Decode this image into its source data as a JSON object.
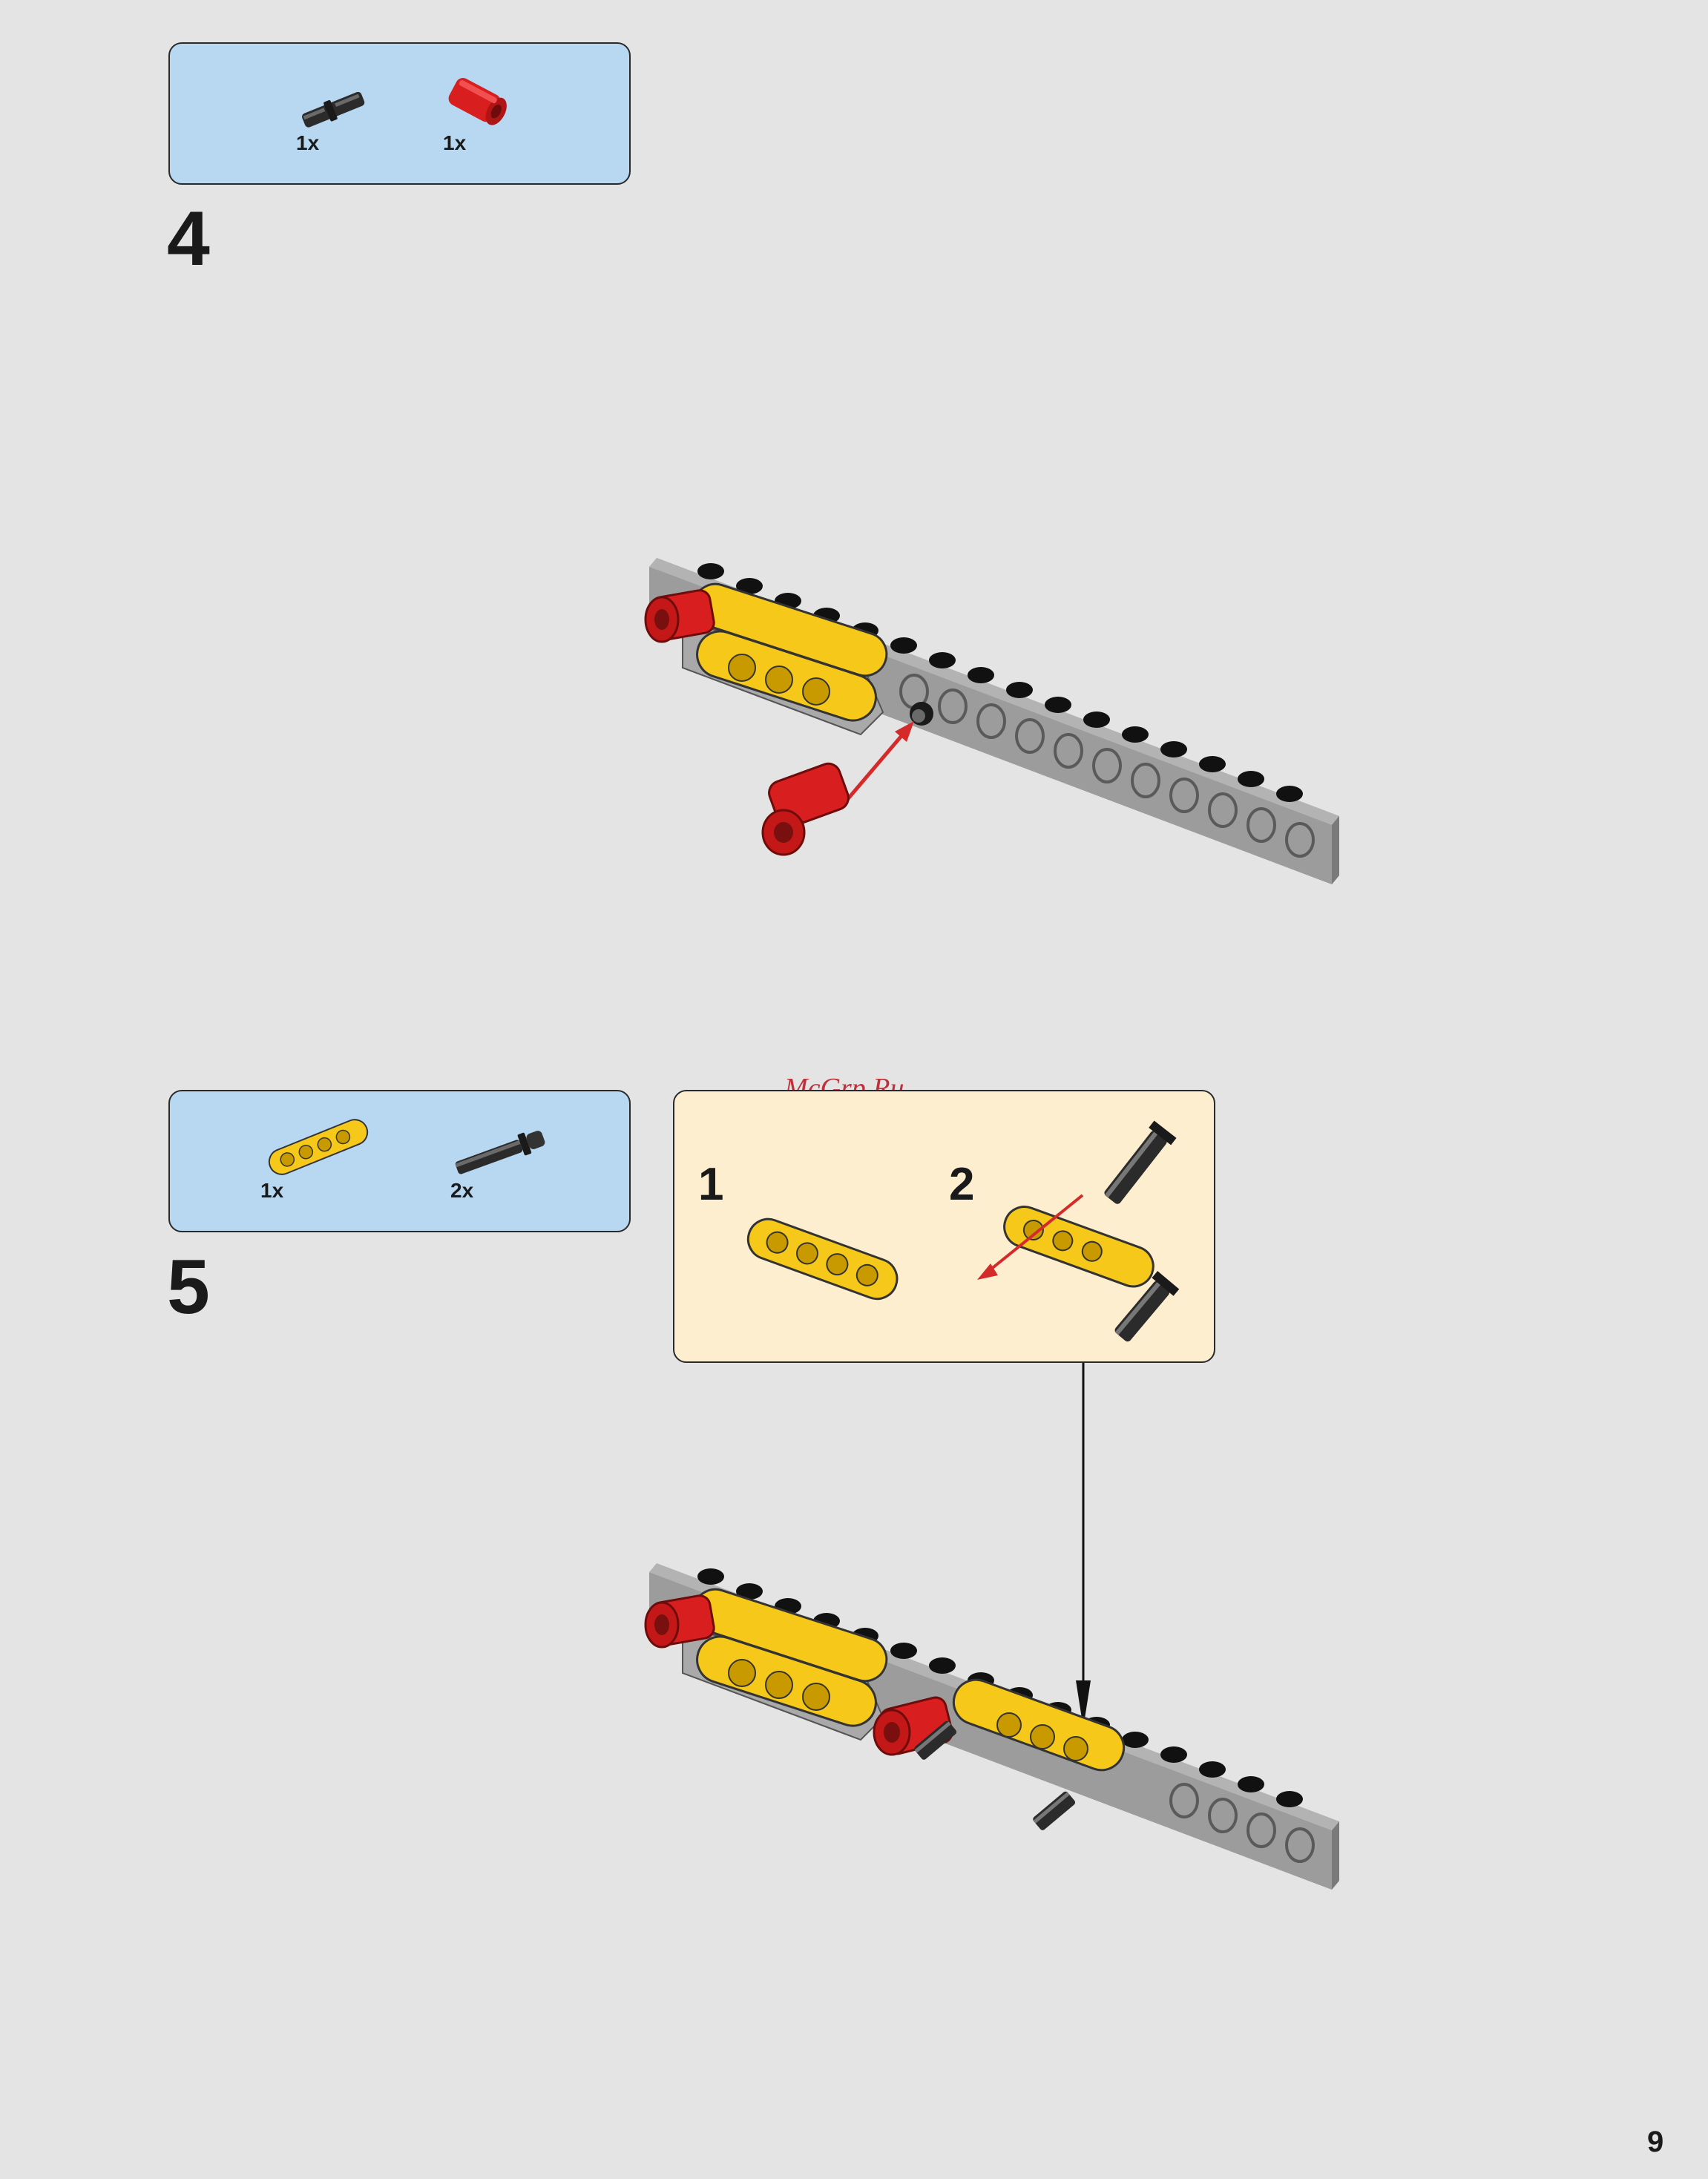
{
  "steps": [
    {
      "number": "4",
      "parts": [
        {
          "icon": "black-friction-pin-icon",
          "quantity": "1x"
        },
        {
          "icon": "red-axle-pin-connector-icon",
          "quantity": "1x"
        }
      ]
    },
    {
      "number": "5",
      "parts": [
        {
          "icon": "yellow-thin-beam-icon",
          "quantity": "1x"
        },
        {
          "icon": "black-axle-pin-icon",
          "quantity": "2x"
        }
      ],
      "subassembly": {
        "steps": [
          {
            "number": "1"
          },
          {
            "number": "2"
          }
        ]
      }
    }
  ],
  "watermark": "McGrp.Ru",
  "page_number": "9",
  "colors": {
    "background": "#e4e4e4",
    "parts_box": "#b8d8f2",
    "subassembly_box": "#fdeecf",
    "arrow": "#d52a2a",
    "yellow": "#f5c81a",
    "red": "#d81e1e",
    "gray": "#9c9c9c"
  }
}
